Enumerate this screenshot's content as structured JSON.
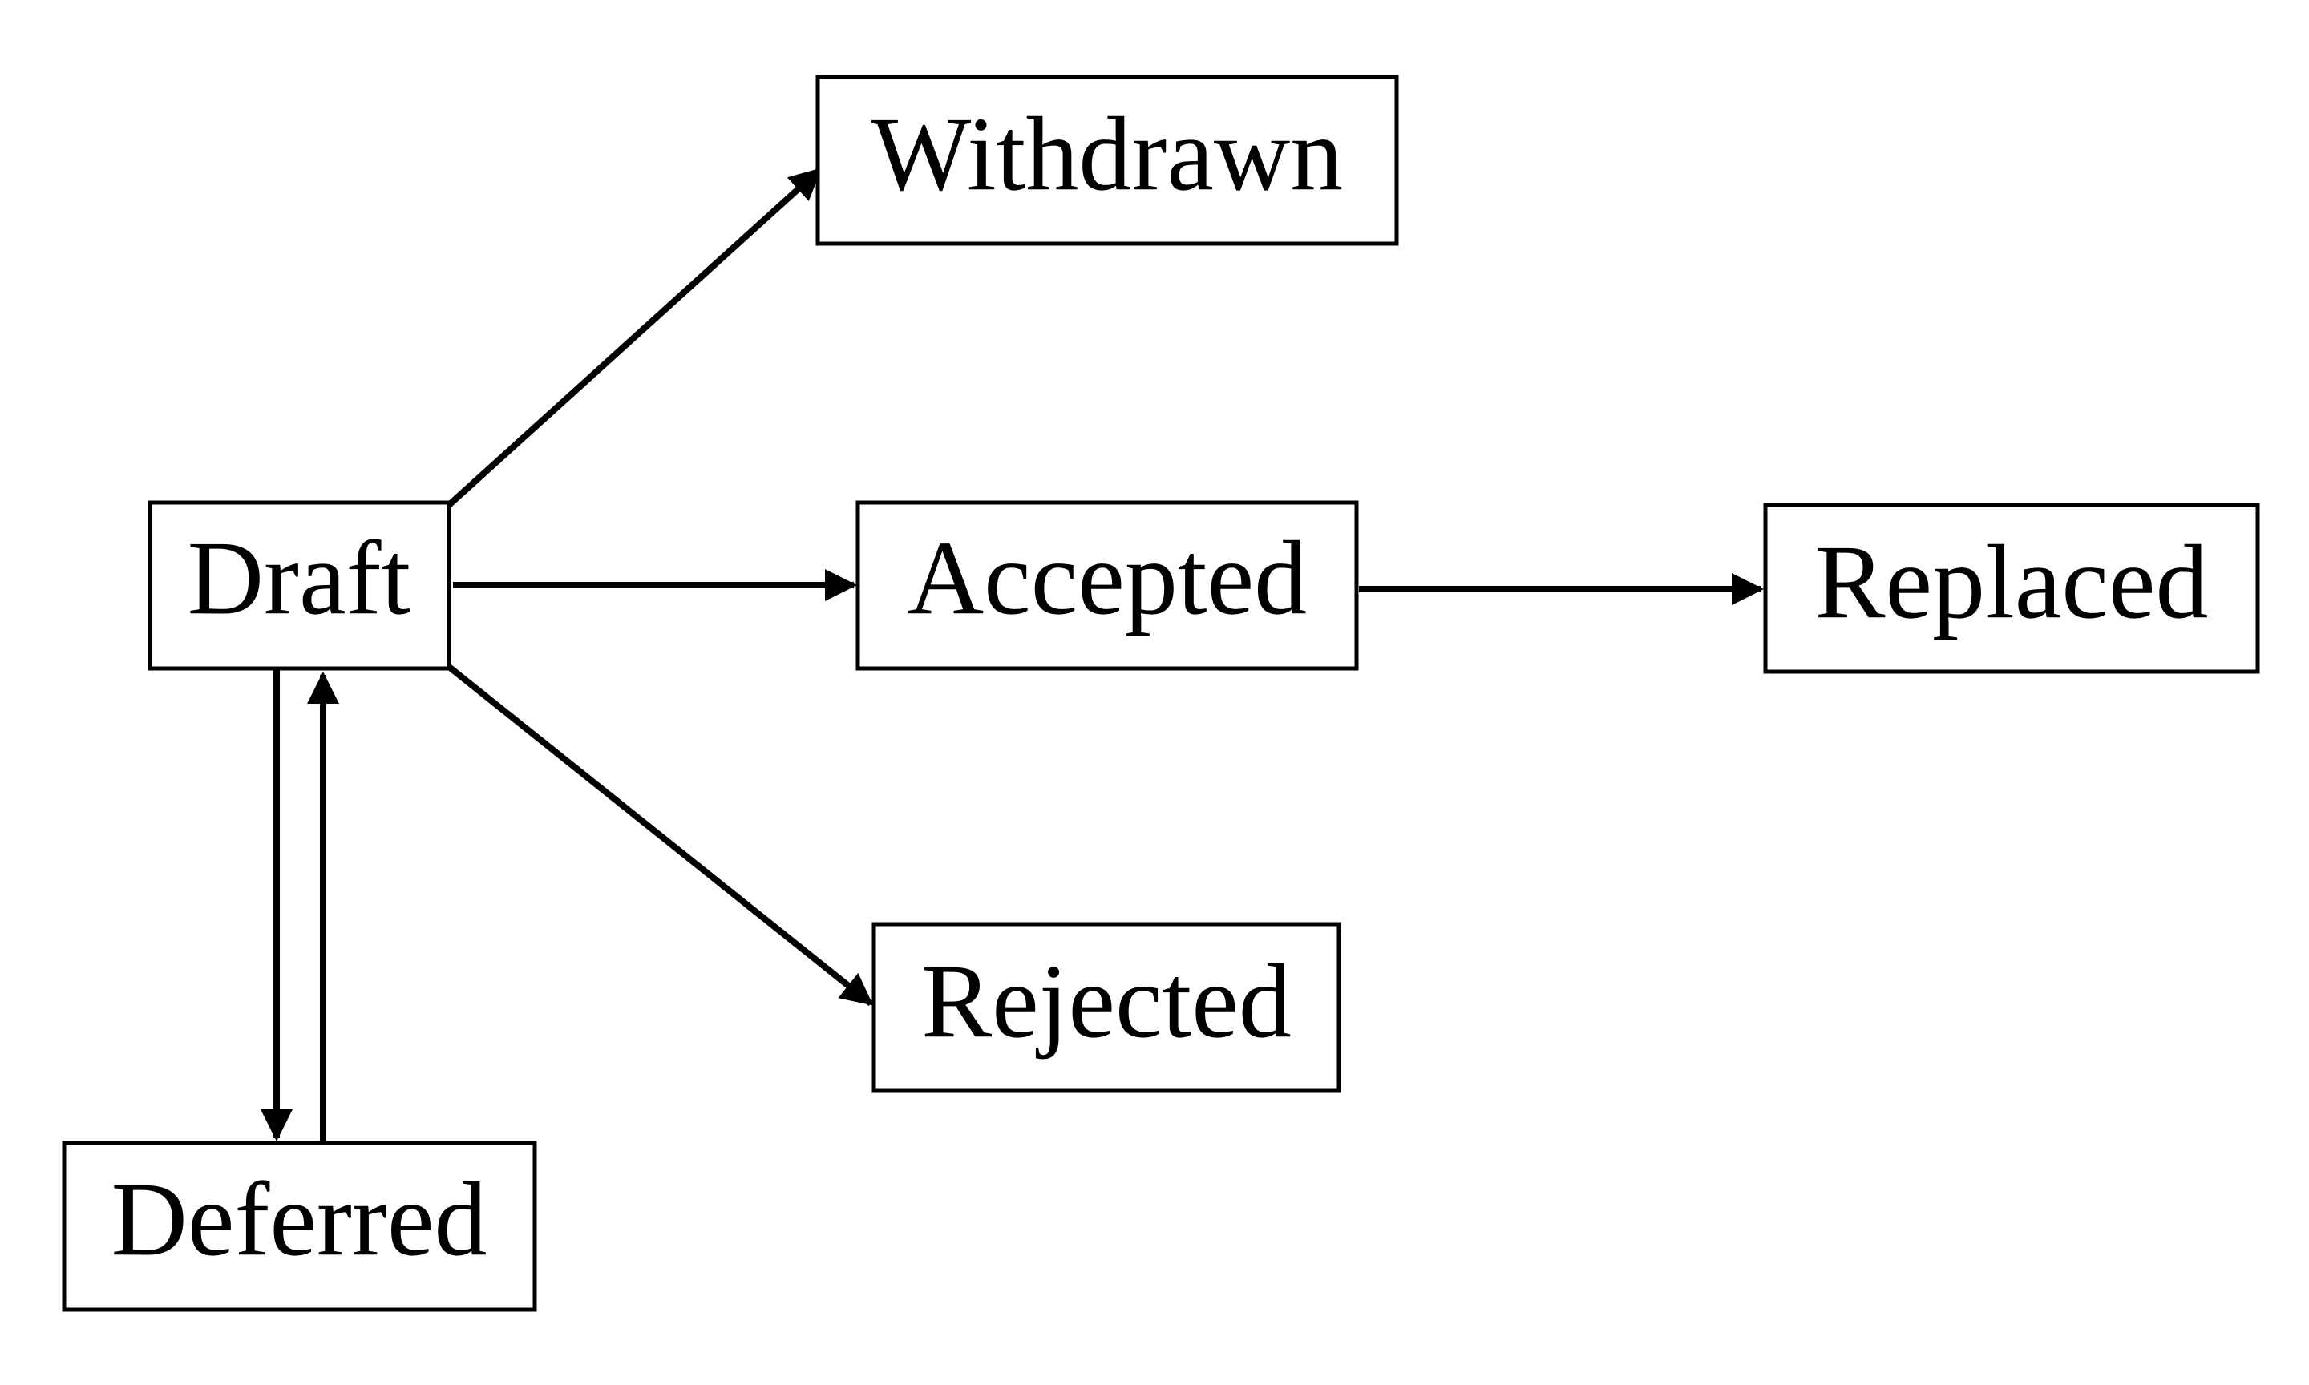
{
  "diagram": {
    "type": "state-transition",
    "nodes": [
      {
        "id": "draft",
        "label": "Draft"
      },
      {
        "id": "withdrawn",
        "label": "Withdrawn"
      },
      {
        "id": "accepted",
        "label": "Accepted"
      },
      {
        "id": "replaced",
        "label": "Replaced"
      },
      {
        "id": "rejected",
        "label": "Rejected"
      },
      {
        "id": "deferred",
        "label": "Deferred"
      }
    ],
    "edges": [
      {
        "from": "draft",
        "to": "withdrawn"
      },
      {
        "from": "draft",
        "to": "accepted"
      },
      {
        "from": "accepted",
        "to": "replaced"
      },
      {
        "from": "draft",
        "to": "rejected"
      },
      {
        "from": "draft",
        "to": "deferred"
      },
      {
        "from": "deferred",
        "to": "draft"
      }
    ],
    "colors": {
      "stroke": "#000000",
      "background": "#ffffff",
      "text": "#000000"
    }
  }
}
